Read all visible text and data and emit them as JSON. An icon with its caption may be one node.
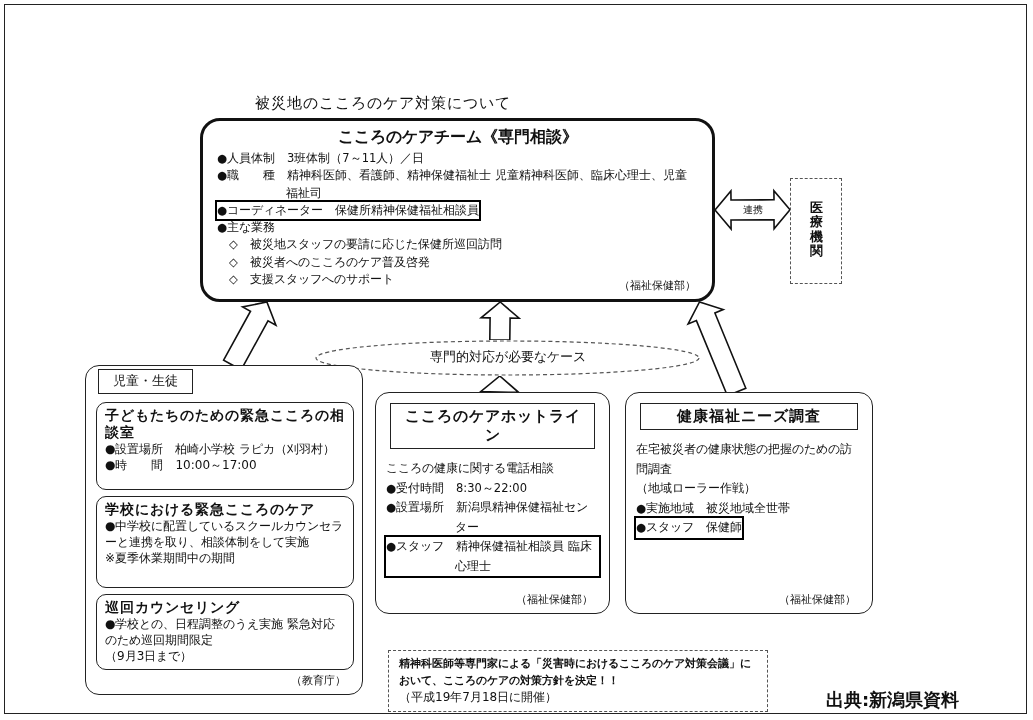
{
  "diagram": {
    "title": "被災地のこころのケア対策について",
    "nodes": [
      {
        "text": [
          "こころのケアチーム《専門相談》",
          "●人員体制　3班体制（7～11人）／日",
          "●職　　種　精神科医師、看護師、精神保健福祉士 児童精神科医師、臨床心理士、児童福祉司",
          "●コーディネーター　保健所精神保健福祉相談員",
          "●主な業務",
          "◇　被災地スタッフの要請に応じた保健所巡回訪問",
          "◇　被災者へのこころのケア普及啓発",
          "◇　支援スタッフへのサポート",
          "（福祉保健部）"
        ]
      },
      {
        "text": [
          "医療機関"
        ]
      },
      {
        "text": [
          "専門的対応が必要なケース"
        ]
      },
      {
        "text": [
          "児童・生徒",
          "（教育庁）"
        ]
      },
      {
        "text": [
          "子どもたちのための緊急こころの相談室",
          "●設置場所　柏崎小学校 ラピカ（刈羽村）",
          "●時　　間　10:00～17:00"
        ],
        "in": 3
      },
      {
        "text": [
          "学校における緊急こころのケア",
          "●中学校に配置しているスクールカウンセラーと連携を取り、相談体制をして実施",
          "※夏季休業期間中の期間"
        ],
        "in": 3
      },
      {
        "text": [
          "巡回カウンセリング",
          "●学校との、日程調整のうえ実施 緊急対応のため巡回期間限定",
          "（9月3日まで）"
        ],
        "in": 3
      },
      {
        "text": [
          "こころのケアホットライン",
          "こころの健康に関する電話相談",
          "●受付時間　8:30～22:00",
          "●設置場所　新潟県精神保健福祉センター",
          "●スタッフ　精神保健福祉相談員 臨床心理士",
          "（福祉保健部）"
        ]
      },
      {
        "text": [
          "健康福祉ニーズ調査",
          "在宅被災者の健康状態の把握のための訪問調査",
          "（地域ローラー作戦）",
          "●実施地域　被災地域全世帯",
          "●スタッフ　保健師",
          "（福祉保健部）"
        ]
      },
      {
        "text": [
          "精神科医師等専門家による「災害時におけるこころのケア対策会議」において、こころのケアの対策方針を決定！！",
          "（平成19年7月18日に開催）"
        ]
      }
    ],
    "edges": [
      {
        "from": 0,
        "to": 1,
        "arrow": "both",
        "label": "連携",
        "style": "thick"
      },
      {
        "from": 3,
        "to": 0,
        "arrow": "to",
        "style": "thick"
      },
      {
        "from": 7,
        "to": 2,
        "arrow": "to",
        "style": "thick"
      },
      {
        "from": 2,
        "to": 0,
        "arrow": "to",
        "style": "thick"
      },
      {
        "from": 8,
        "to": 0,
        "arrow": "to",
        "style": "thick"
      }
    ],
    "labels": [
      "出典:新潟県資料"
    ]
  }
}
